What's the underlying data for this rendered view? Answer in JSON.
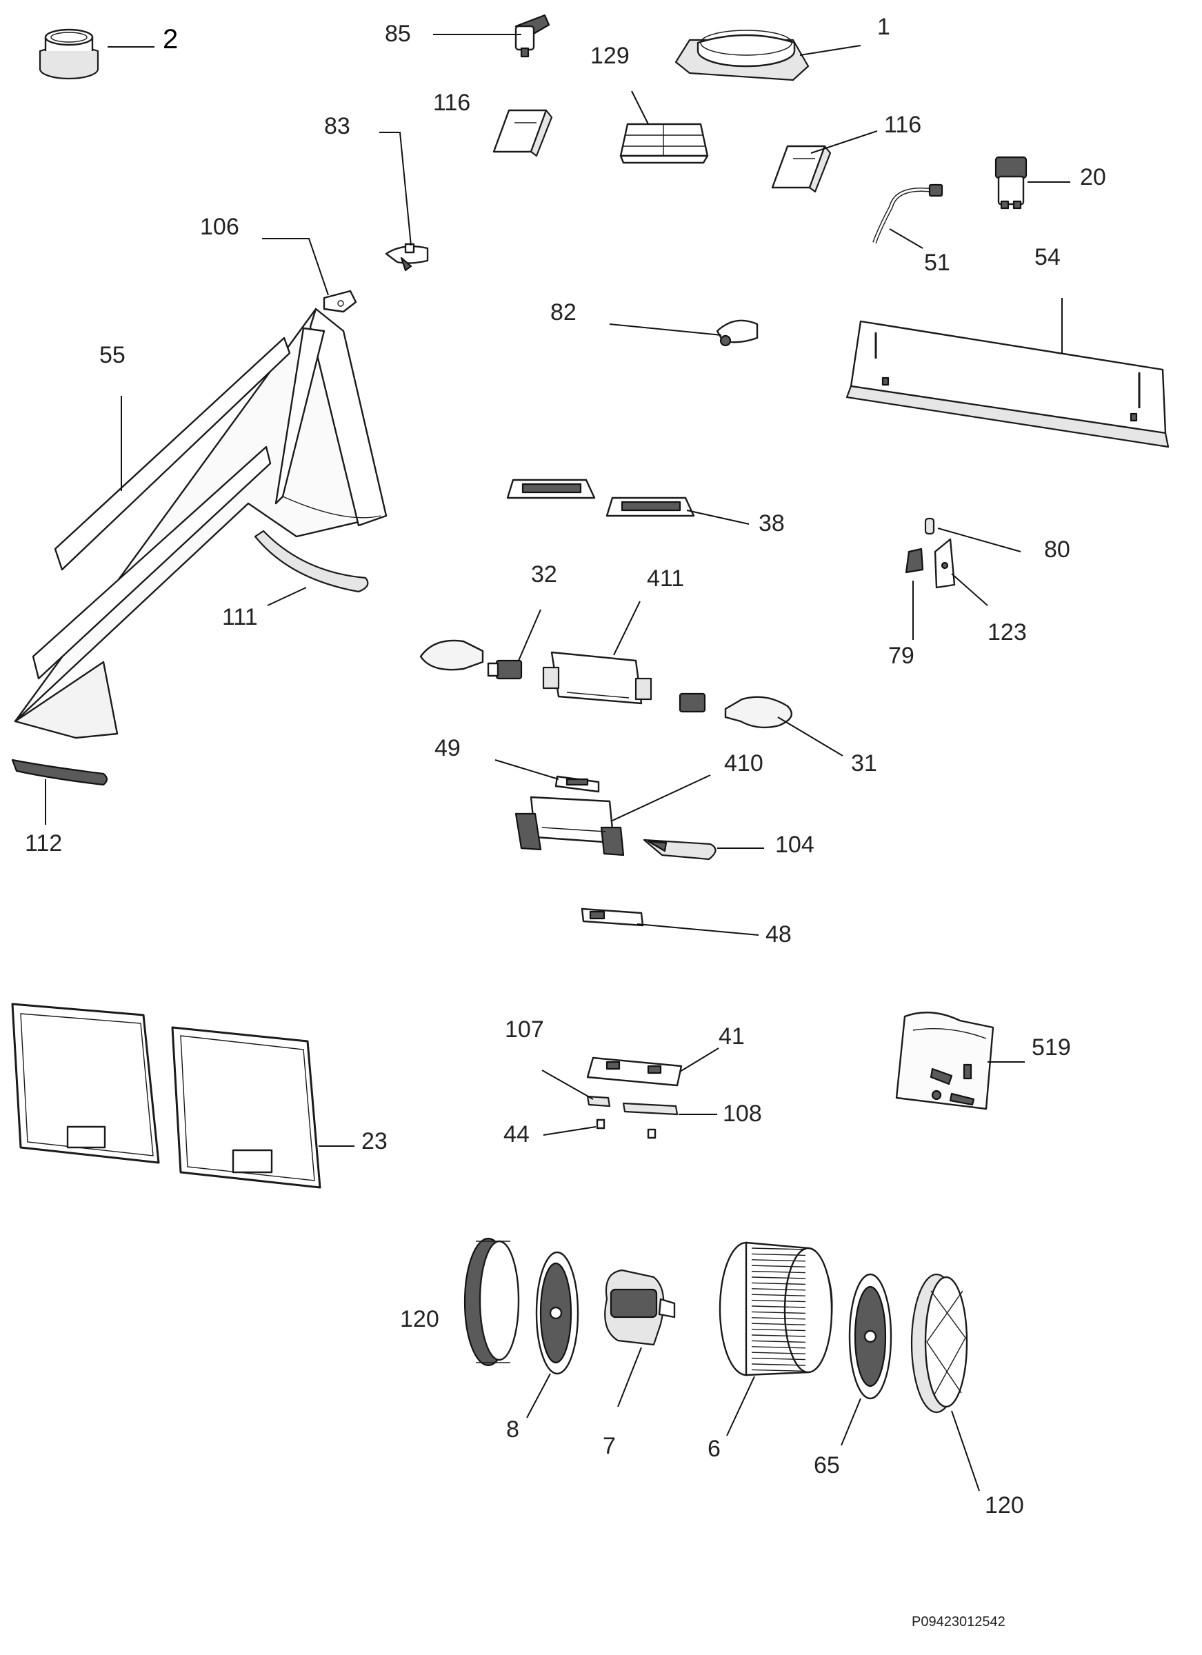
{
  "drawing_code": "P09423012542",
  "labels": {
    "p1": "1",
    "p2": "2",
    "p85": "85",
    "p129": "129",
    "p116a": "116",
    "p116b": "116",
    "p83": "83",
    "p20": "20",
    "p106": "106",
    "p51": "51",
    "p54": "54",
    "p82": "82",
    "p55": "55",
    "p38": "38",
    "p80": "80",
    "p32": "32",
    "p411": "411",
    "p111": "111",
    "p123": "123",
    "p79": "79",
    "p49": "49",
    "p410": "410",
    "p31": "31",
    "p112": "112",
    "p104": "104",
    "p48": "48",
    "p107": "107",
    "p41": "41",
    "p519": "519",
    "p108": "108",
    "p44": "44",
    "p23": "23",
    "p120a": "120",
    "p8": "8",
    "p7": "7",
    "p6": "6",
    "p65": "65",
    "p120b": "120"
  }
}
